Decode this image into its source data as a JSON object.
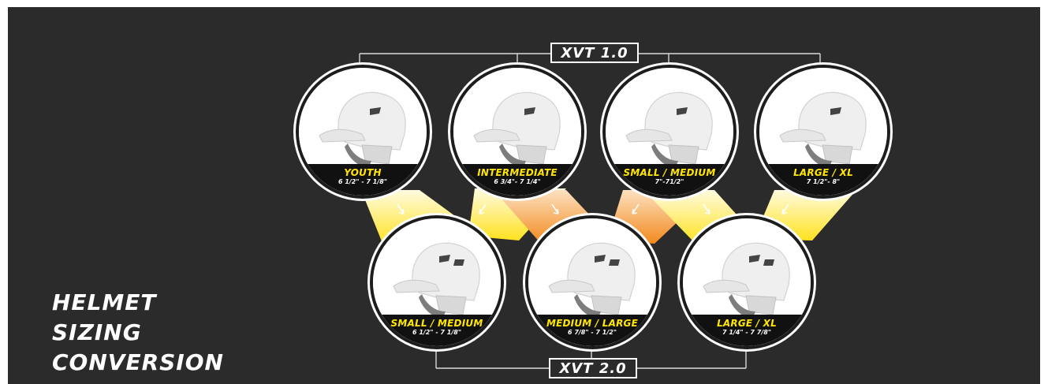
{
  "title_lines": [
    "HELMET",
    "SIZING",
    "CONVERSION"
  ],
  "xvt1": {
    "label": "XVT 1.0",
    "sizes": [
      {
        "name": "YOUTH",
        "range": "6 1/2\" - 7 1/8\""
      },
      {
        "name": "INTERMEDIATE",
        "range": "6 3/4\"- 7 1/4\""
      },
      {
        "name": "SMALL / MEDIUM",
        "range": "7\"-71/2\""
      },
      {
        "name": "LARGE / XL",
        "range": "7 1/2\"- 8\""
      }
    ]
  },
  "xvt2": {
    "label": "XVT 2.0",
    "sizes": [
      {
        "name": "SMALL / MEDIUM",
        "range": "6 1/2\" - 7 1/8\""
      },
      {
        "name": "MEDIUM / LARGE",
        "range": "6 7/8\" - 7 1/2\""
      },
      {
        "name": "LARGE / XL",
        "range": "7 1/4\" - 7 7/8\""
      }
    ]
  },
  "colors": {
    "background": "#2b2b2b",
    "label_yellow": "#ffe600",
    "band": "#111111",
    "funnel_yellow": "#ffe94a",
    "funnel_orange": "#f39a2b"
  }
}
